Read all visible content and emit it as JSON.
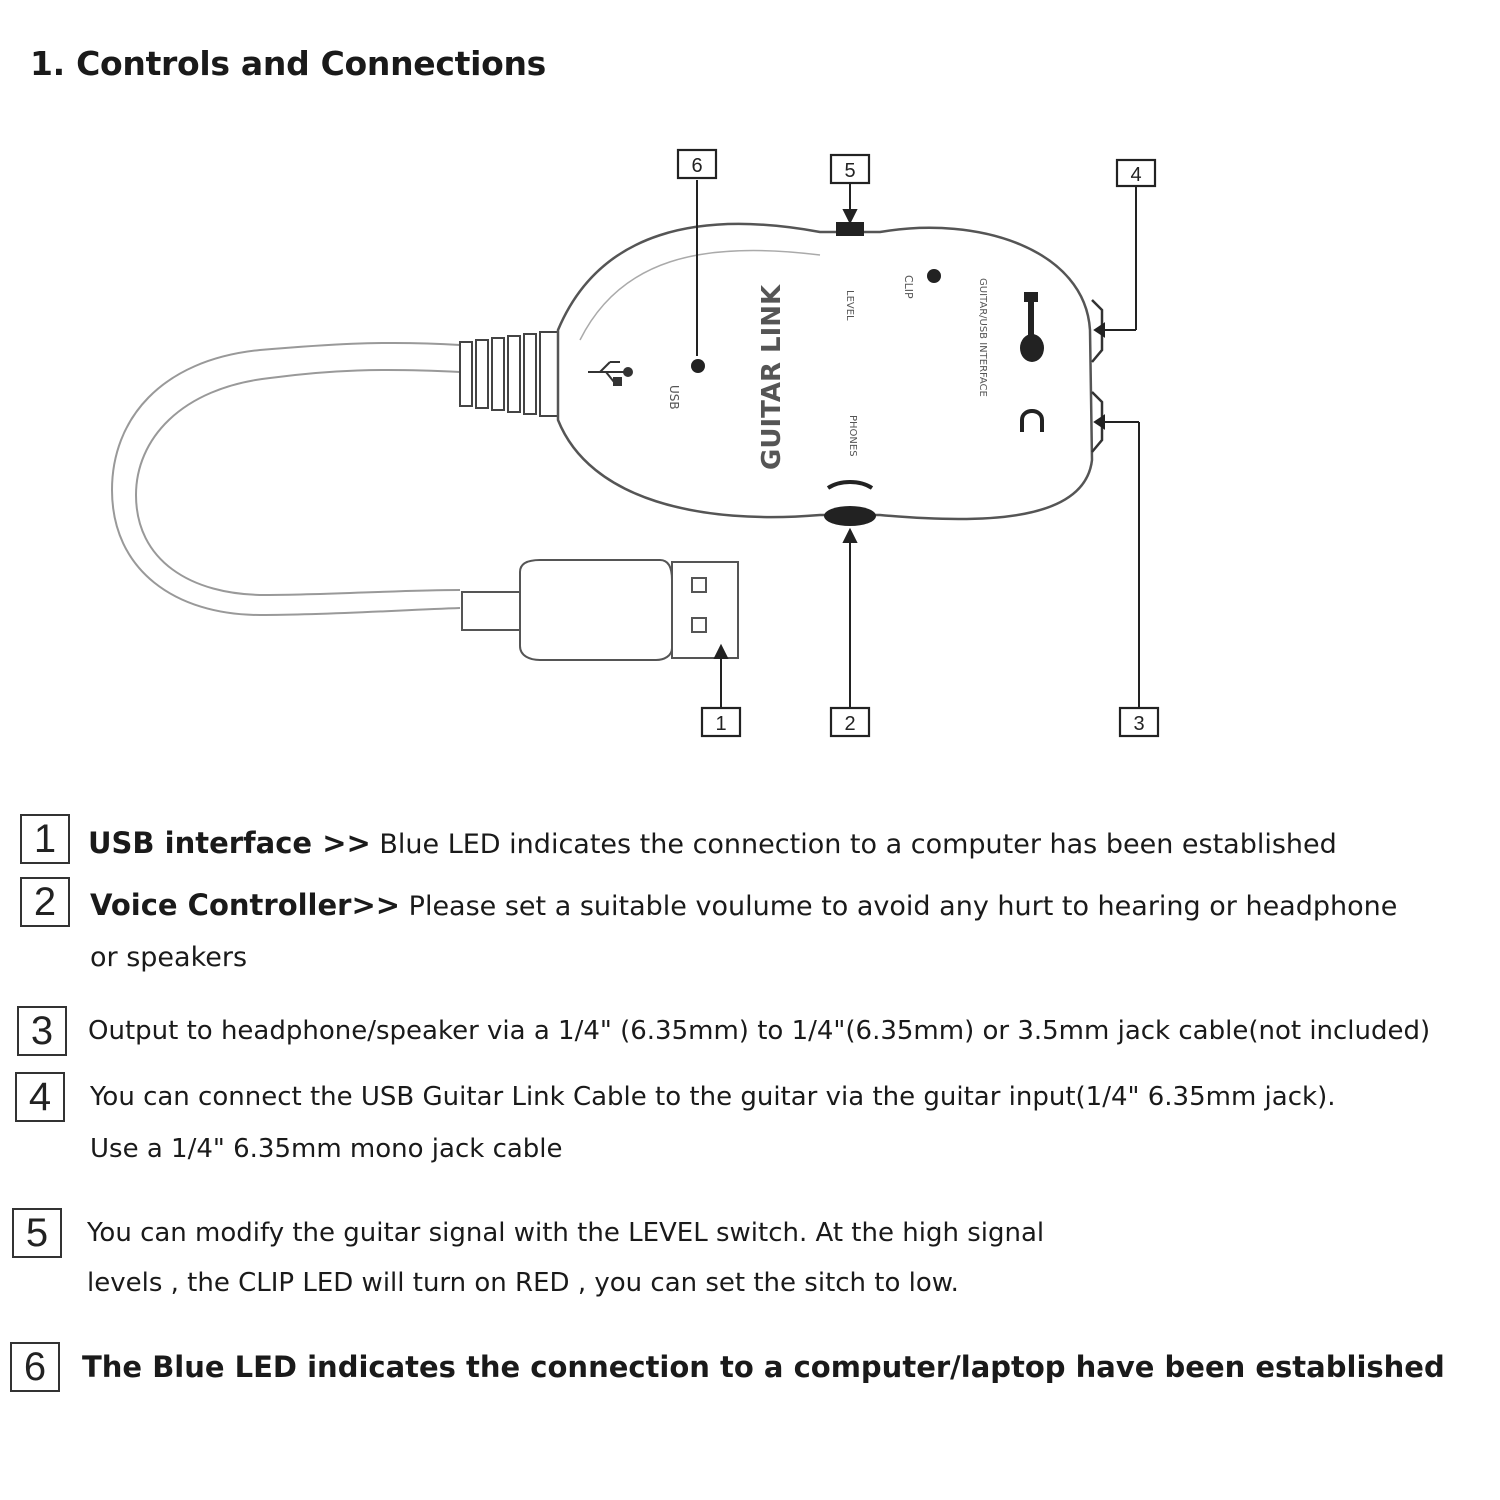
{
  "title": "1. Controls and Connections",
  "device": {
    "brand_text": "GUITAR LINK",
    "usb_label": "USB",
    "level_label": "LEVEL",
    "clip_label": "CLIP",
    "phones_label": "PHONES",
    "interface_label": "GUITAR/USB INTERFACE"
  },
  "callouts": [
    "1",
    "2",
    "3",
    "4",
    "5",
    "6"
  ],
  "items": [
    {
      "num": "1",
      "heading": "USB interface  >>",
      "text": " Blue LED indicates the connection to a computer has been established",
      "text2": ""
    },
    {
      "num": "2",
      "heading": "Voice Controller>>",
      "text": " Please set a suitable voulume to avoid any hurt to hearing or headphone",
      "text2": "or speakers"
    },
    {
      "num": "3",
      "heading": "",
      "text": "Output to headphone/speaker via a 1/4\"   (6.35mm) to 1/4\"(6.35mm) or 3.5mm jack cable(not included)",
      "text2": ""
    },
    {
      "num": "4",
      "heading": "",
      "text": "You can connect the USB Guitar Link Cable to the guitar via the guitar input(1/4\" 6.35mm jack).",
      "text2": "Use a 1/4\" 6.35mm mono jack cable"
    },
    {
      "num": "5",
      "heading": "",
      "text": "You can modify the guitar signal with the LEVEL switch. At the high signal",
      "text2": "levels , the CLIP LED will turn on RED , you can set the sitch to low."
    },
    {
      "num": "6",
      "heading": "The Blue LED indicates the connection to a computer/laptop have been established",
      "text": "",
      "text2": ""
    }
  ]
}
